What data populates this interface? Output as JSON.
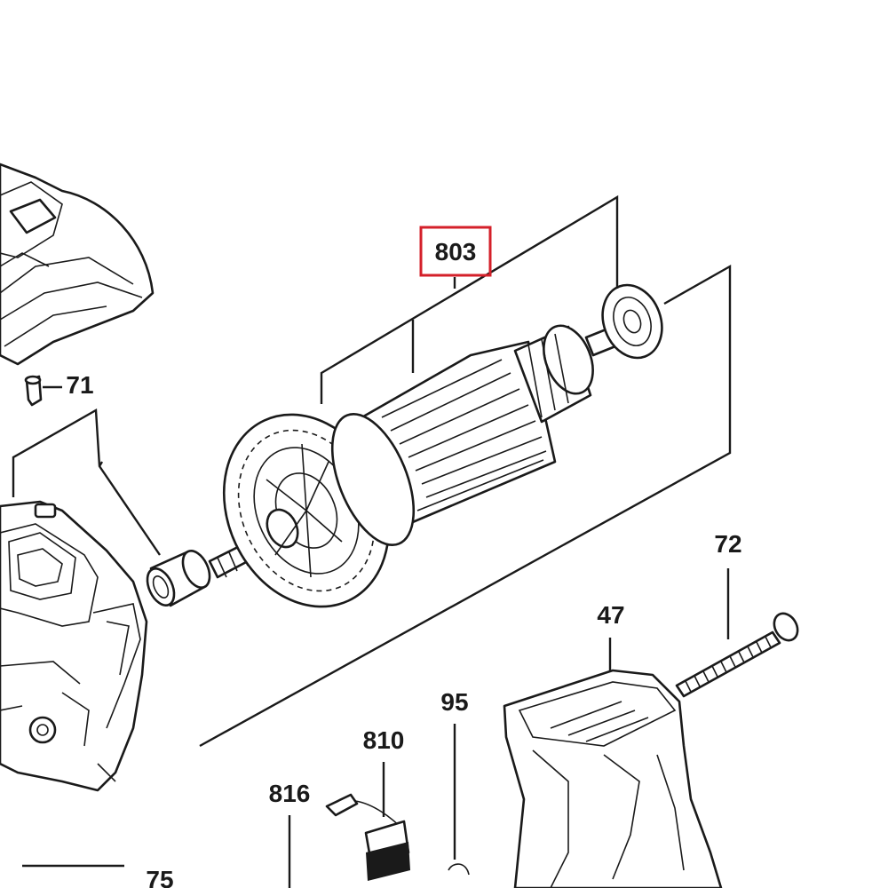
{
  "labels": {
    "p803": "803",
    "p71": "71",
    "p72": "72",
    "p47": "47",
    "p95": "95",
    "p810": "810",
    "p816": "816",
    "p75": "75"
  },
  "highlight_color": "#d4202a"
}
